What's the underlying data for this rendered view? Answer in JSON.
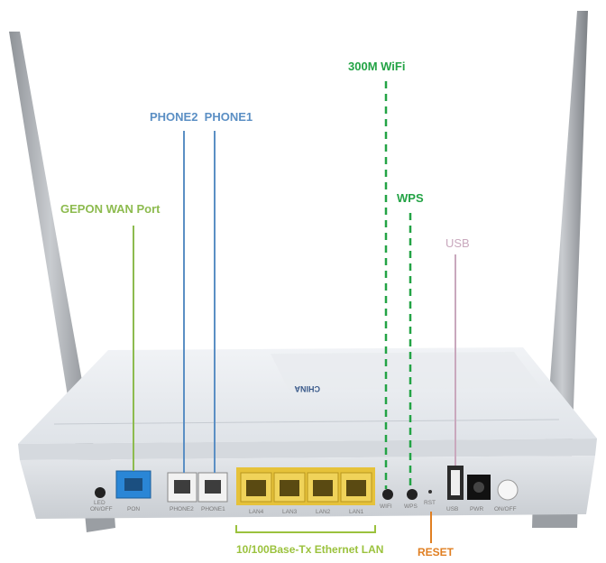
{
  "callouts": {
    "wifi": "300M WiFi",
    "phones": "PHONE2  PHONE1",
    "wps": "WPS",
    "gepon": "GEPON WAN Port",
    "usb": "USB",
    "lan": "10/100Base-Tx Ethernet LAN",
    "reset": "RESET"
  },
  "port_labels": {
    "led": "LED",
    "led_sub": "ON/OFF",
    "pon": "PON",
    "phone2": "PHONE2",
    "phone1": "PHONE1",
    "lan4": "LAN4",
    "lan3": "LAN3",
    "lan2": "LAN2",
    "lan1": "LAN1",
    "wifi": "WIFI",
    "wps": "WPS",
    "rst": "RST",
    "usb": "USB",
    "pwr": "PWR",
    "onoff": "ON/OFF"
  },
  "logo": "CHINA",
  "colors": {
    "gepon": "#8dbb4f",
    "phone": "#5b8fc4",
    "wifi": "#23a345",
    "usb": "#c9a8bd",
    "lan": "#9bc23d",
    "reset": "#e07f22",
    "pon_port": "#2a86d6",
    "lan_port": "#e6c23a"
  }
}
